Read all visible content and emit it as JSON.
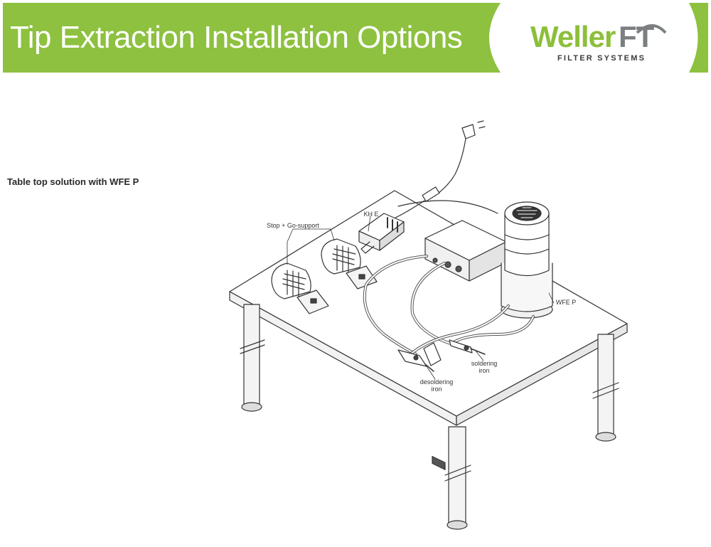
{
  "header": {
    "title": "Tip Extraction Installation Options",
    "brand_primary": "Weller",
    "brand_secondary": "FT",
    "brand_tagline": "FILTER SYSTEMS",
    "colors": {
      "banner": "#8dc13f",
      "brand_green": "#8cbf3a",
      "brand_grey": "#7b7f82"
    }
  },
  "section": {
    "subtitle": "Table top solution with WFE P"
  },
  "diagram": {
    "labels": {
      "kh_e": "KH E",
      "stop_go": "Stop + Go-support",
      "wfe_p": "WFE P",
      "soldering_iron": "soldering iron",
      "desoldering_iron": "desoldering iron"
    }
  }
}
